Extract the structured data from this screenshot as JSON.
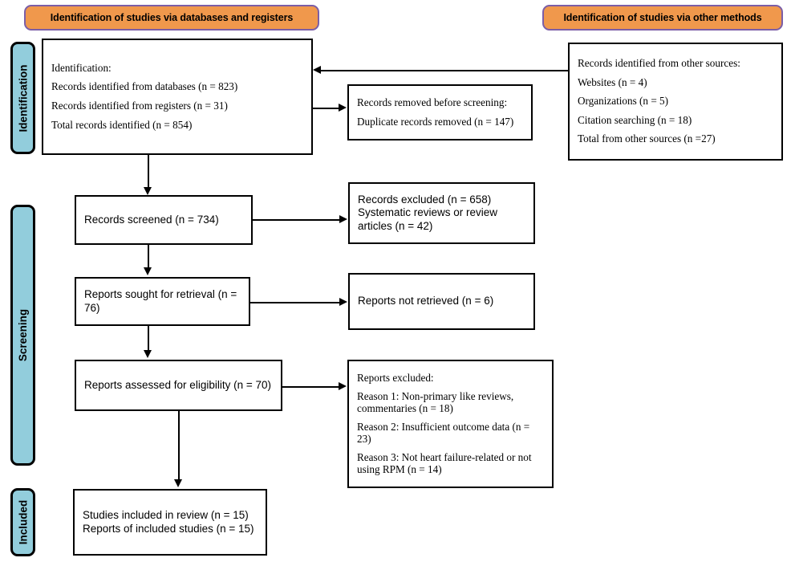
{
  "diagram": {
    "title": "PRISMA 2020 flow diagram",
    "colors": {
      "header_fill": "#F0984C",
      "header_border": "#7B5EA7",
      "stage_pill_fill": "#92CDDC",
      "box_border": "#000000",
      "background": "#FFFFFF"
    }
  },
  "headers": {
    "databases": "Identification of studies via databases and registers",
    "other_methods": "Identification of studies via other methods"
  },
  "stages": {
    "identification": "Identification",
    "screening": "Screening",
    "included": "Included"
  },
  "boxes": {
    "identification_sources": {
      "lines": [
        "Identification:",
        "Records identified from databases (n = 823)",
        "Records identified from registers (n = 31)",
        "Total records identified (n = 854)"
      ]
    },
    "records_removed": {
      "lines": [
        "Records removed before screening:",
        "Duplicate records removed (n = 147)"
      ]
    },
    "other_sources": {
      "lines": [
        "Records identified from other sources:",
        "Websites (n = 4)",
        "Organizations (n = 5)",
        "Citation searching (n = 18)",
        "Total from other sources (n =27)"
      ]
    },
    "records_screened": {
      "lines": [
        "Records screened (n = 734)"
      ]
    },
    "records_excluded": {
      "lines": [
        "Records excluded (n = 658)",
        "Systematic reviews or review",
        "articles (n = 42)"
      ]
    },
    "reports_sought": {
      "lines": [
        "Reports sought for retrieval (n =",
        "76)"
      ]
    },
    "reports_not_retrieved": {
      "lines": [
        "Reports not retrieved (n = 6)"
      ]
    },
    "reports_assessed": {
      "lines": [
        "Reports assessed for eligibility (n = 70)"
      ]
    },
    "reports_excluded": {
      "lines": [
        "Reports excluded:",
        " Reason 1: Non-primary like reviews,",
        "commentaries (n = 18)",
        "Reason 2: Insufficient outcome data (n =",
        "23)",
        "Reason 3: Not heart failure-related or not",
        "using RPM (n = 14)"
      ]
    },
    "studies_included": {
      "lines": [
        "Studies included in review (n = 15)",
        "Reports of included studies (n = 15)"
      ]
    }
  },
  "chart_data": {
    "type": "diagram",
    "title": "PRISMA 2020 flow diagram for new systematic reviews",
    "counts": {
      "records_identified_databases": 823,
      "records_identified_registers": 31,
      "total_records_identified": 854,
      "duplicate_records_removed": 147,
      "other_sources_websites": 4,
      "other_sources_organizations": 5,
      "other_sources_citation_searching": 18,
      "total_from_other_sources": 27,
      "records_screened": 734,
      "records_excluded": 658,
      "systematic_reviews_or_review_articles_excluded": 42,
      "reports_sought_for_retrieval": 76,
      "reports_not_retrieved": 6,
      "reports_assessed_for_eligibility": 70,
      "excluded_reason_1_non_primary": 18,
      "excluded_reason_2_insufficient_outcome_data": 23,
      "excluded_reason_3_not_heart_failure_or_rpm": 14,
      "studies_included_in_review": 15,
      "reports_of_included_studies": 15
    }
  }
}
